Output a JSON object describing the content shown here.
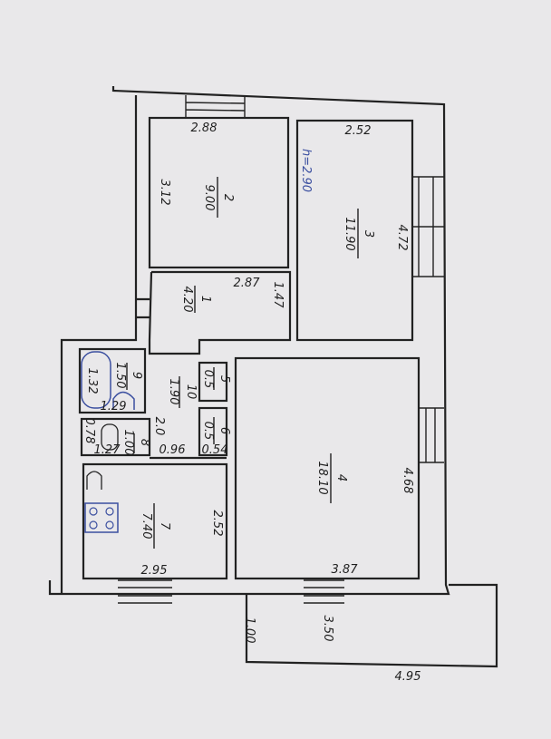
{
  "plan": {
    "ceiling_height": "h=2.90",
    "rooms": {
      "r1": {
        "number": "1",
        "area": "4.20"
      },
      "r2": {
        "number": "2",
        "area": "9.00"
      },
      "r3": {
        "number": "3",
        "area": "11.90"
      },
      "r4": {
        "number": "4",
        "area": "18.10"
      },
      "r5": {
        "number": "5",
        "area": "0.5"
      },
      "r6": {
        "number": "6",
        "area": "0.5"
      },
      "r7": {
        "number": "7",
        "area": "7.40"
      },
      "r8": {
        "number": "8",
        "area": "1.00"
      },
      "r9": {
        "number": "9",
        "area": "1.50"
      },
      "r10": {
        "number": "10",
        "area": "1.90"
      }
    },
    "dimensions": {
      "r2_width": "2.88",
      "r2_length": "3.12",
      "r3_width": "2.52",
      "r3_length": "4.72",
      "r1_width": "2.87",
      "r1_length": "1.47",
      "r4_length": "4.68",
      "r4_width": "3.87",
      "r7_length": "2.52",
      "r7_width": "2.95",
      "r9_length": "1.32",
      "r9_width": "1.29",
      "r8_length": "0.78",
      "r8_width": "1.27",
      "r10_length": "2.0",
      "r10_width": "0.96",
      "r6_width": "0.54",
      "balcony_depth": "1.00",
      "balcony_inner": "3.50",
      "balcony_width": "4.95"
    }
  },
  "colors": {
    "paper": "#e9e8ea",
    "ink": "#222222",
    "pen": "#3b4fa0"
  }
}
